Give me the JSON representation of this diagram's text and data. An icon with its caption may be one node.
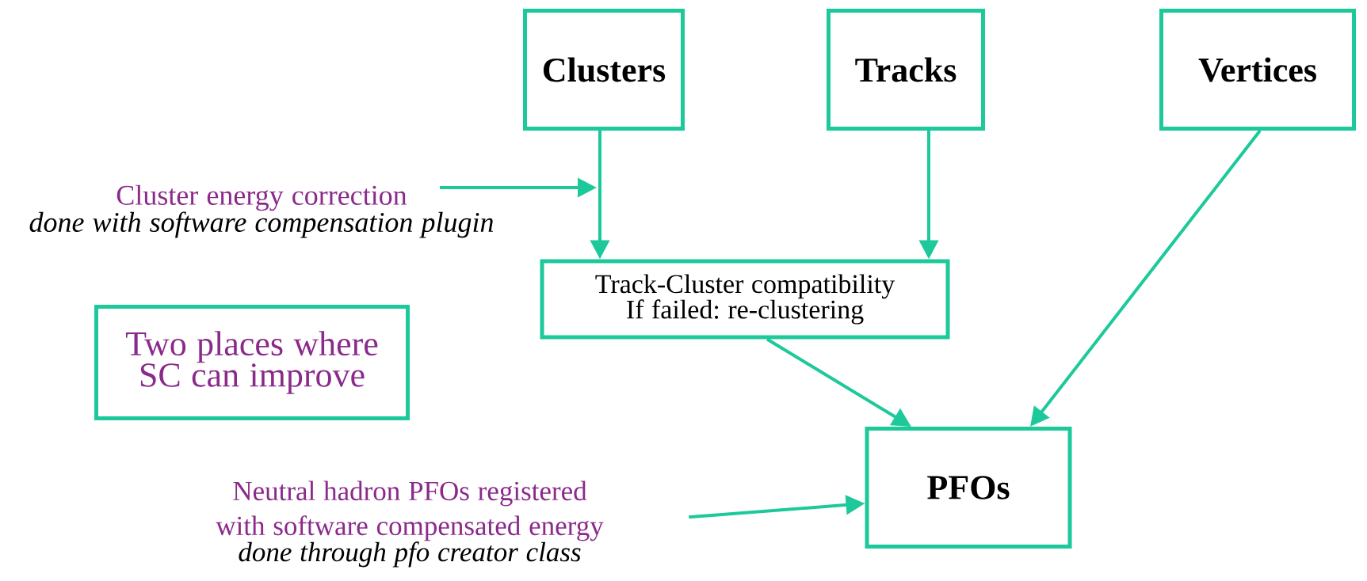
{
  "diagram": {
    "nodes": [
      {
        "text": [
          "Clusters"
        ]
      },
      {
        "text": [
          "Tracks"
        ]
      },
      {
        "text": [
          "Vertices"
        ]
      },
      {
        "text": [
          "Cluster energy correction",
          "done with software compensation plugin"
        ]
      },
      {
        "text": [
          "Track-Cluster compatibility If failed: re-clustering"
        ]
      },
      {
        "text": [
          "Two places where SC can improve"
        ]
      },
      {
        "text": [
          "Neutral hadron PFOs registered with software compensated energy",
          "done through pfo creator class"
        ]
      },
      {
        "text": [
          "PFOs"
        ]
      }
    ],
    "edges": [
      {
        "from": 0,
        "to": 4,
        "arrow": "to"
      },
      {
        "from": 1,
        "to": 4,
        "arrow": "to"
      },
      {
        "from": 4,
        "to": 7,
        "arrow": "to"
      },
      {
        "from": 2,
        "to": 7,
        "arrow": "to"
      },
      {
        "from": 3,
        "to": null,
        "arrow": "to"
      },
      {
        "from": 6,
        "to": 7,
        "arrow": "to"
      }
    ]
  }
}
